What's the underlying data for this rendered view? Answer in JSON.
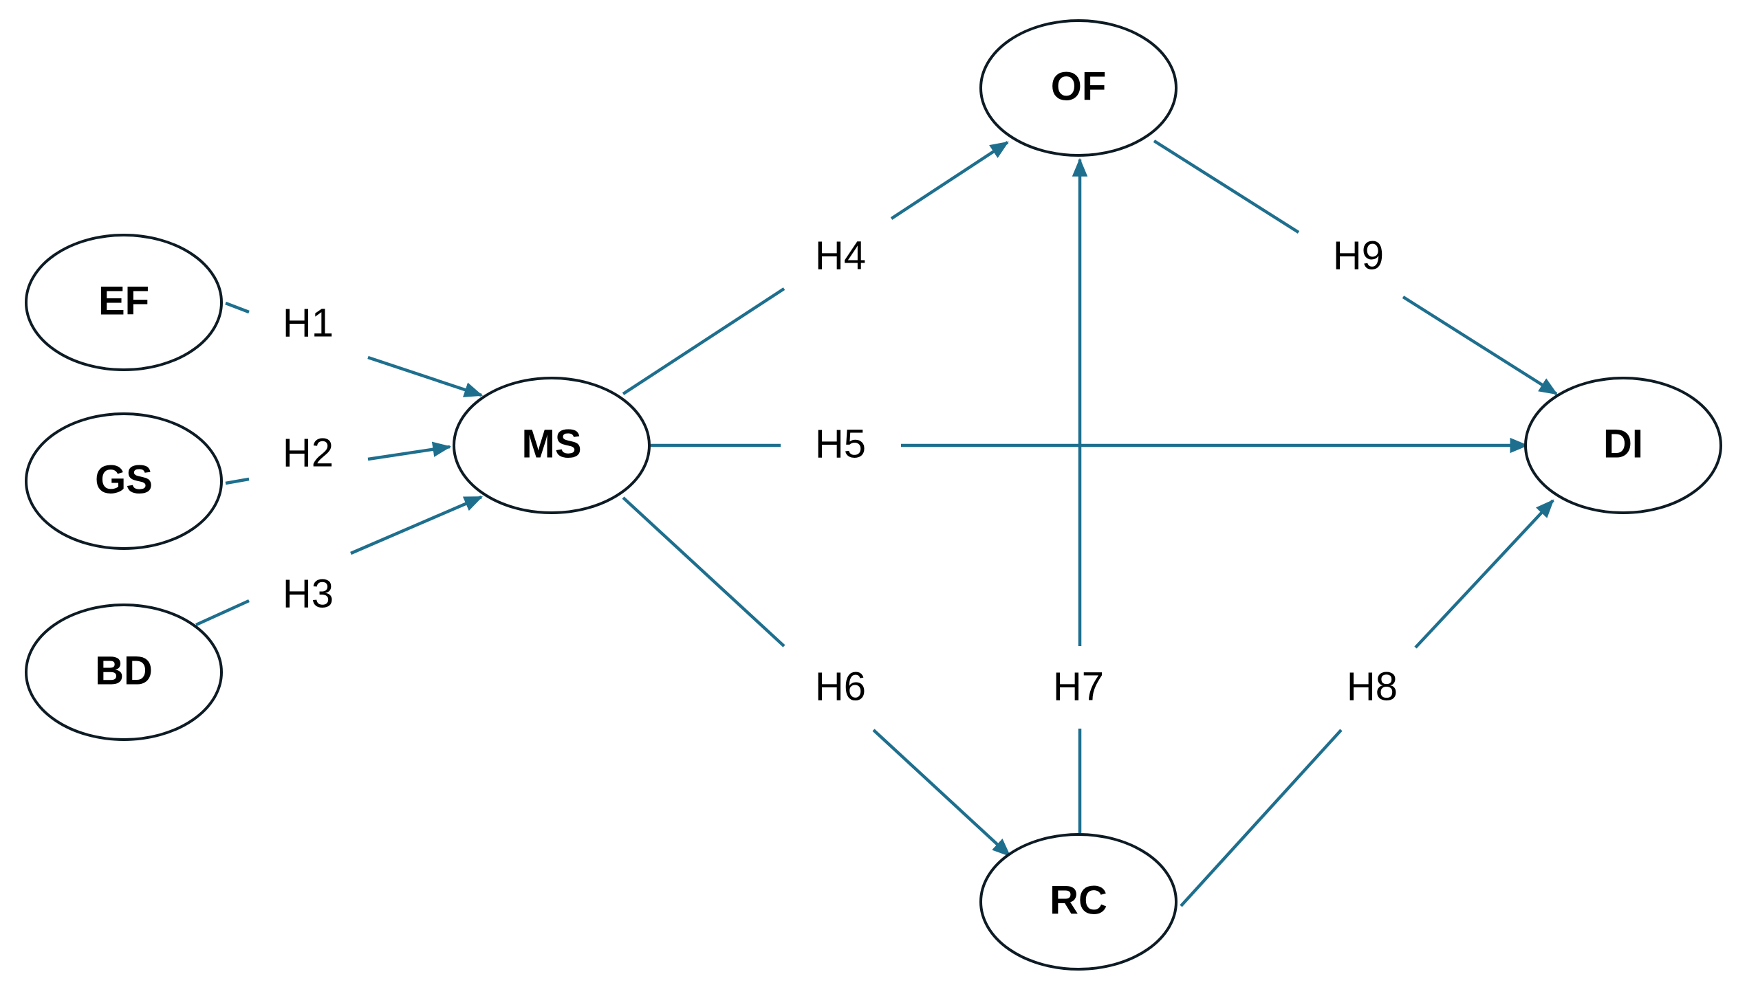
{
  "nodes": {
    "ef": "EF",
    "gs": "GS",
    "bd": "BD",
    "ms": "MS",
    "of": "OF",
    "rc": "RC",
    "di": "DI"
  },
  "edges": {
    "h1": "H1",
    "h2": "H2",
    "h3": "H3",
    "h4": "H4",
    "h5": "H5",
    "h6": "H6",
    "h7": "H7",
    "h8": "H8",
    "h9": "H9"
  },
  "colors": {
    "arrow": "#1e6f8e",
    "node_border": "#0d1b24",
    "text": "#000000",
    "background": "#ffffff"
  }
}
